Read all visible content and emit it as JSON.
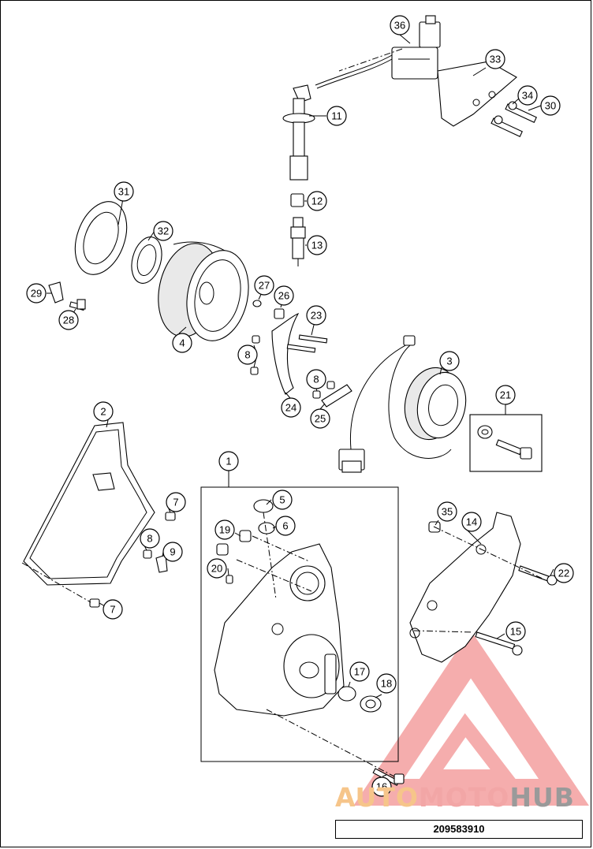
{
  "document_number": "209583910",
  "watermark": {
    "part1": "AUTO",
    "part2": "MOTO",
    "part3": "HUB",
    "colors": {
      "part1": "#f6c58a",
      "part2": "#f2a6a6",
      "part3": "#9a9a9a",
      "logo": "#f08a8a"
    }
  },
  "callouts": {
    "c1": "1",
    "c2": "2",
    "c3": "3",
    "c4": "4",
    "c5": "5",
    "c6": "6",
    "c7a": "7",
    "c7b": "7",
    "c8a": "8",
    "c8b": "8",
    "c8c": "8",
    "c9": "9",
    "c11": "11",
    "c12": "12",
    "c13": "13",
    "c14": "14",
    "c15": "15",
    "c16": "16",
    "c17": "17",
    "c18": "18",
    "c19": "19",
    "c20": "20",
    "c21": "21",
    "c22": "22",
    "c23": "23",
    "c24": "24",
    "c25": "25",
    "c26": "26",
    "c27": "27",
    "c28": "28",
    "c29": "29",
    "c30": "30",
    "c31": "31",
    "c32": "32",
    "c33": "33",
    "c34": "34",
    "c35": "35",
    "c36": "36"
  }
}
